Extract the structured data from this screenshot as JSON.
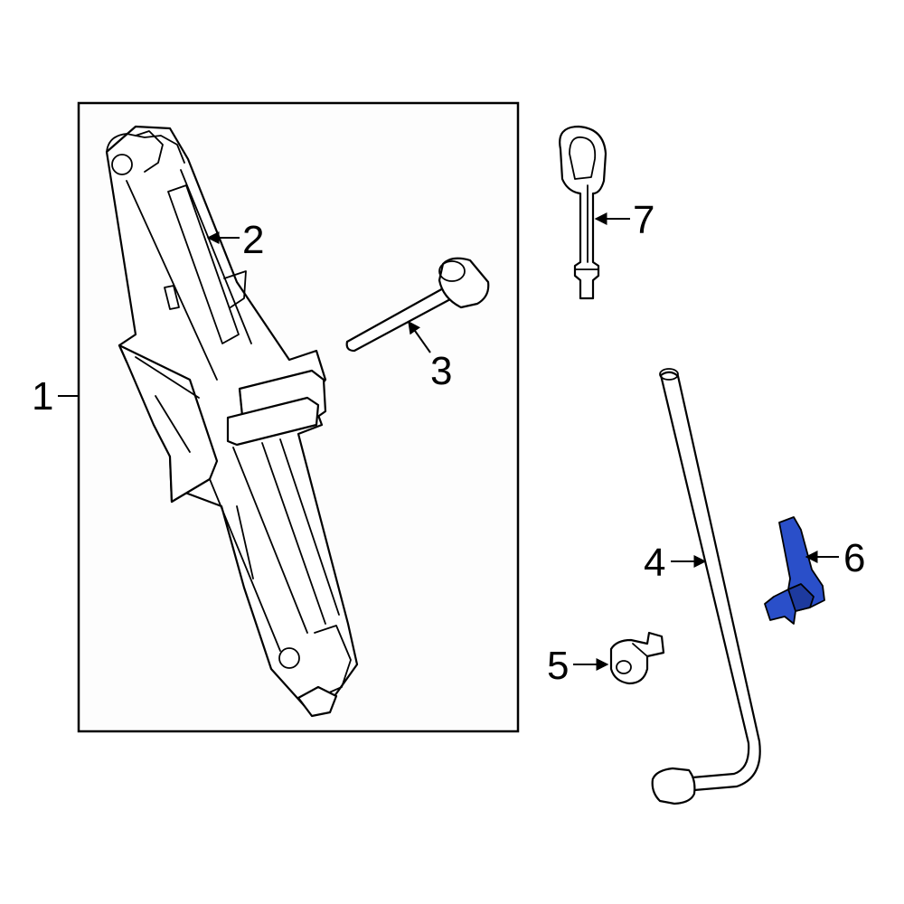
{
  "callouts": {
    "c1": "1",
    "c2": "2",
    "c3": "3",
    "c4": "4",
    "c5": "5",
    "c6": "6",
    "c7": "7"
  },
  "colors": {
    "highlight": "#2a4fc9",
    "highlight_dark": "#1d3a9e"
  }
}
